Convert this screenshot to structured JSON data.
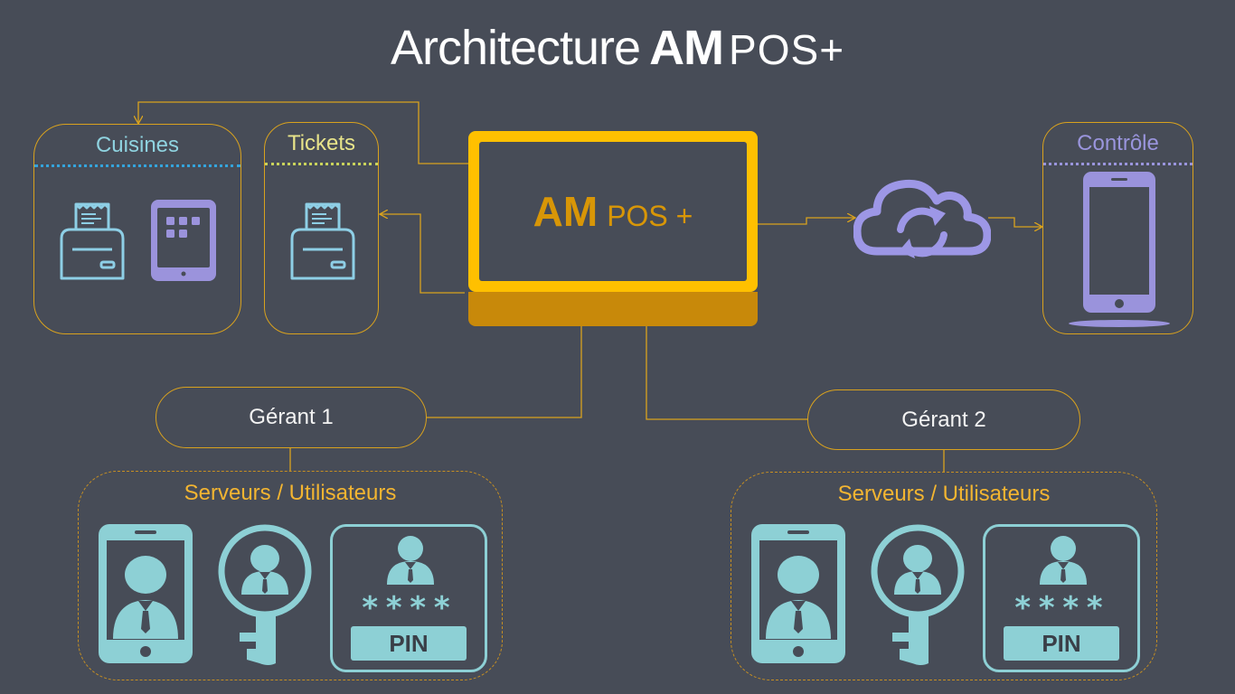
{
  "title": {
    "main": "Architecture",
    "brand": "AM",
    "product": "POS+"
  },
  "center": {
    "brand": "AM",
    "product": "POS +"
  },
  "cuisines": {
    "label": "Cuisines",
    "icons": [
      "receipt-printer-icon",
      "tablet-icon"
    ]
  },
  "tickets": {
    "label": "Tickets",
    "icons": [
      "receipt-printer-icon"
    ]
  },
  "cloud": {
    "icon": "cloud-sync-icon"
  },
  "controle": {
    "label": "Contrôle",
    "icons": [
      "smartphone-icon"
    ]
  },
  "managers": [
    {
      "label": "Gérant 1",
      "users_label": "Serveurs / Utilisateurs",
      "auth_methods": [
        "phone-user-icon",
        "key-user-icon",
        "pin-user-icon"
      ],
      "pin_mask": "****",
      "pin_label": "PIN"
    },
    {
      "label": "Gérant 2",
      "users_label": "Serveurs / Utilisateurs",
      "auth_methods": [
        "phone-user-icon",
        "key-user-icon",
        "pin-user-icon"
      ],
      "pin_mask": "****",
      "pin_label": "PIN"
    }
  ],
  "colors": {
    "background": "#474c57",
    "accent_gold": "#ffc000",
    "connector": "#d9a21e",
    "teal": "#8dd0d5",
    "purple": "#9b93dc",
    "blue_dotted": "#34a4dc"
  }
}
